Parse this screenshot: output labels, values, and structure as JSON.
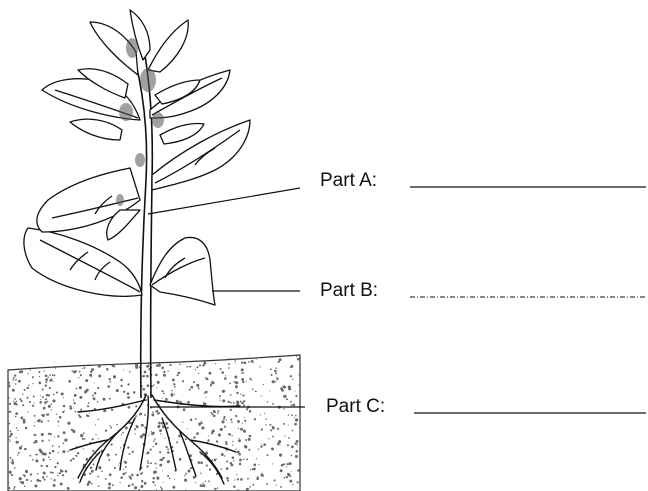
{
  "labels": [
    {
      "id": "a",
      "text": "Part A:"
    },
    {
      "id": "b",
      "text": "Part B:"
    },
    {
      "id": "c",
      "text": "Part C:"
    }
  ],
  "colors": {
    "ink": "#111111",
    "paper": "#ffffff",
    "soil_dots": "#6a6a6a"
  }
}
